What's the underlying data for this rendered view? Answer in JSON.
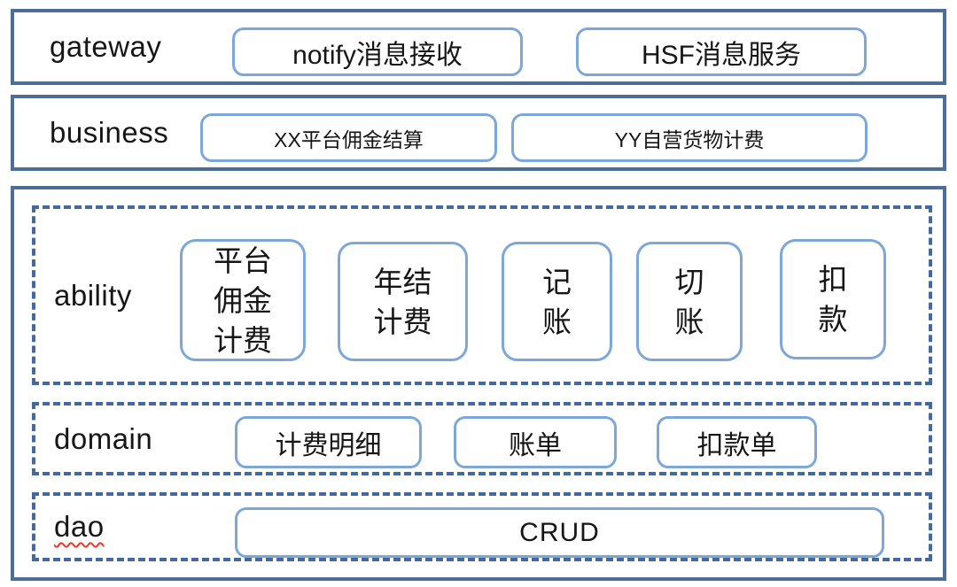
{
  "diagram": {
    "title": "layered-architecture-diagram",
    "colors": {
      "solid_border": "#4d6e96",
      "dashed_border": "#44699c",
      "box_border": "#7da7d9",
      "text": "#161616",
      "spellcheck_underline": "#e8392a"
    },
    "layers": [
      {
        "label": "gateway",
        "boxes": [
          "notify消息接收",
          "HSF消息服务"
        ]
      },
      {
        "label": "business",
        "boxes": [
          "XX平台佣金结算",
          "YY自营货物计费"
        ]
      },
      {
        "label": "ability",
        "boxes": [
          "平台\n佣金\n计费",
          "年结\n计费",
          "记\n账",
          "切\n账",
          "扣\n款"
        ]
      },
      {
        "label": "domain",
        "boxes": [
          "计费明细",
          "账单",
          "扣款单"
        ]
      },
      {
        "label": "dao",
        "boxes": [
          "CRUD"
        ]
      }
    ]
  }
}
